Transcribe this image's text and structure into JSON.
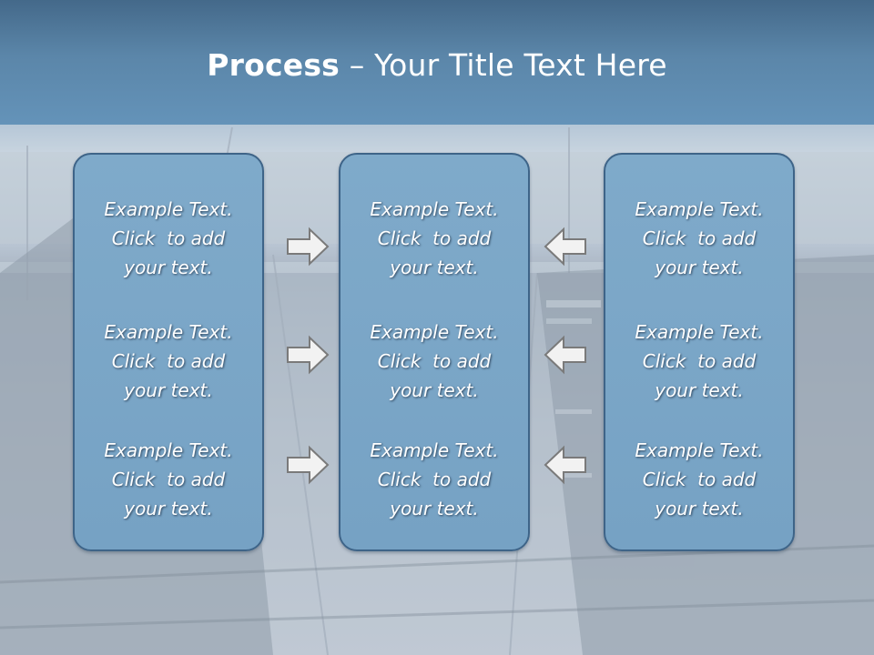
{
  "slide": {
    "title": {
      "bold": "Process",
      "rest": " – Your Title Text Here"
    },
    "columns": [
      {
        "items": [
          {
            "line1": "Example Text.",
            "line2": "Click  to add",
            "line3": "your text."
          },
          {
            "line1": "Example Text.",
            "line2": "Click  to add",
            "line3": "your text."
          },
          {
            "line1": "Example Text.",
            "line2": "Click  to add",
            "line3": "your text."
          }
        ]
      },
      {
        "items": [
          {
            "line1": "Example Text.",
            "line2": "Click  to add",
            "line3": "your text."
          },
          {
            "line1": "Example Text.",
            "line2": "Click  to add",
            "line3": "your text."
          },
          {
            "line1": "Example Text.",
            "line2": "Click  to add",
            "line3": "your text."
          }
        ]
      },
      {
        "items": [
          {
            "line1": "Example Text.",
            "line2": "Click  to add",
            "line3": "your text."
          },
          {
            "line1": "Example Text.",
            "line2": "Click  to add",
            "line3": "your text."
          },
          {
            "line1": "Example Text.",
            "line2": "Click  to add",
            "line3": "your text."
          }
        ]
      }
    ],
    "arrows": {
      "left_column": [
        "arrow-right-icon",
        "arrow-right-icon",
        "arrow-right-icon"
      ],
      "right_column": [
        "arrow-left-icon",
        "arrow-left-icon",
        "arrow-left-icon"
      ]
    },
    "colors": {
      "header": "#5b86a9",
      "box_fill": "#7faaca",
      "box_border": "#3e6488",
      "text": "#ffffff",
      "arrow_fill": "#f2f2f2",
      "arrow_stroke": "#7a7a7a"
    }
  }
}
